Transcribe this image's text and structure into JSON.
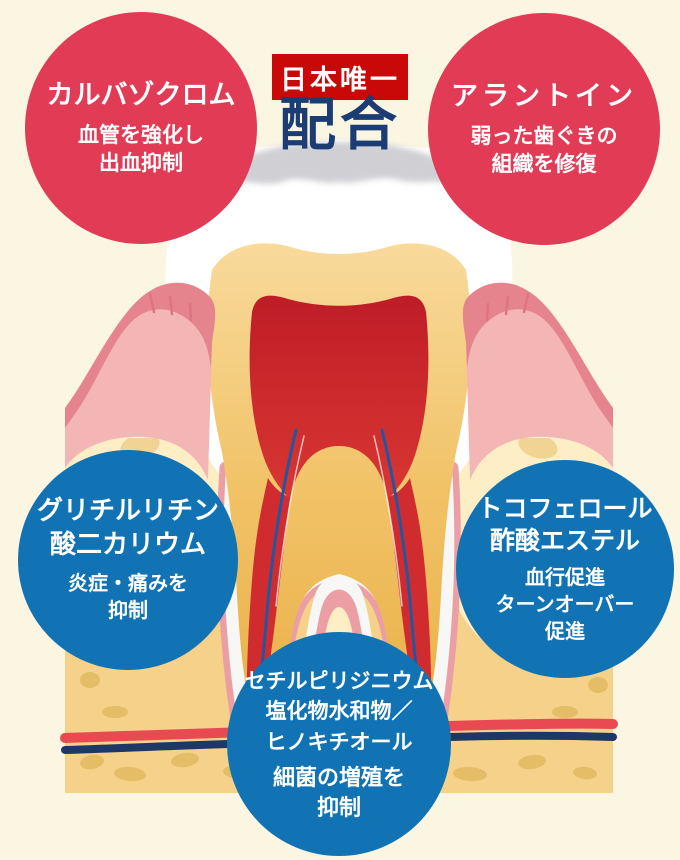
{
  "page": {
    "background_color": "#faf6e2"
  },
  "header": {
    "badge_label": "日本唯一",
    "formulated_label": "配合",
    "badge_color": "#c90808",
    "formulated_text_color": "#1c3d73"
  },
  "ingredients": [
    {
      "circle_color": "#e23b55",
      "name_lines": [
        "カルバゾクロム"
      ],
      "effect_lines": [
        "血管を強化し",
        "出血抑制"
      ]
    },
    {
      "circle_color": "#e23b55",
      "name_lines": [
        "アラントイン"
      ],
      "effect_lines": [
        "弱った歯ぐきの",
        "組織を修復"
      ]
    },
    {
      "circle_color": "#1173b4",
      "name_lines": [
        "グリチルリチン",
        "酸二カリウム"
      ],
      "effect_lines": [
        "炎症・痛みを",
        "抑制"
      ]
    },
    {
      "circle_color": "#1173b4",
      "name_lines": [
        "トコフェロール",
        "酢酸エステル"
      ],
      "effect_lines": [
        "血行促進",
        "ターンオーバー",
        "促進"
      ]
    },
    {
      "circle_color": "#1173b4",
      "name_lines": [
        "セチルピリジニウム",
        "塩化物水和物／",
        "ヒノキチオール"
      ],
      "effect_lines": [
        "細菌の増殖を",
        "抑制"
      ]
    }
  ],
  "illustration_colors": {
    "enamel_white": "#ffffff",
    "dentin_yellow": "#eeb955",
    "pulp_red": "#c92428",
    "gum_pink": "#f4b6b4",
    "gum_rim_pink": "#e6848e",
    "bone_tan": "#f5d189",
    "bone_cream": "#fdeec6",
    "vessel_red": "#e94a52",
    "vessel_navy": "#1d3766"
  }
}
